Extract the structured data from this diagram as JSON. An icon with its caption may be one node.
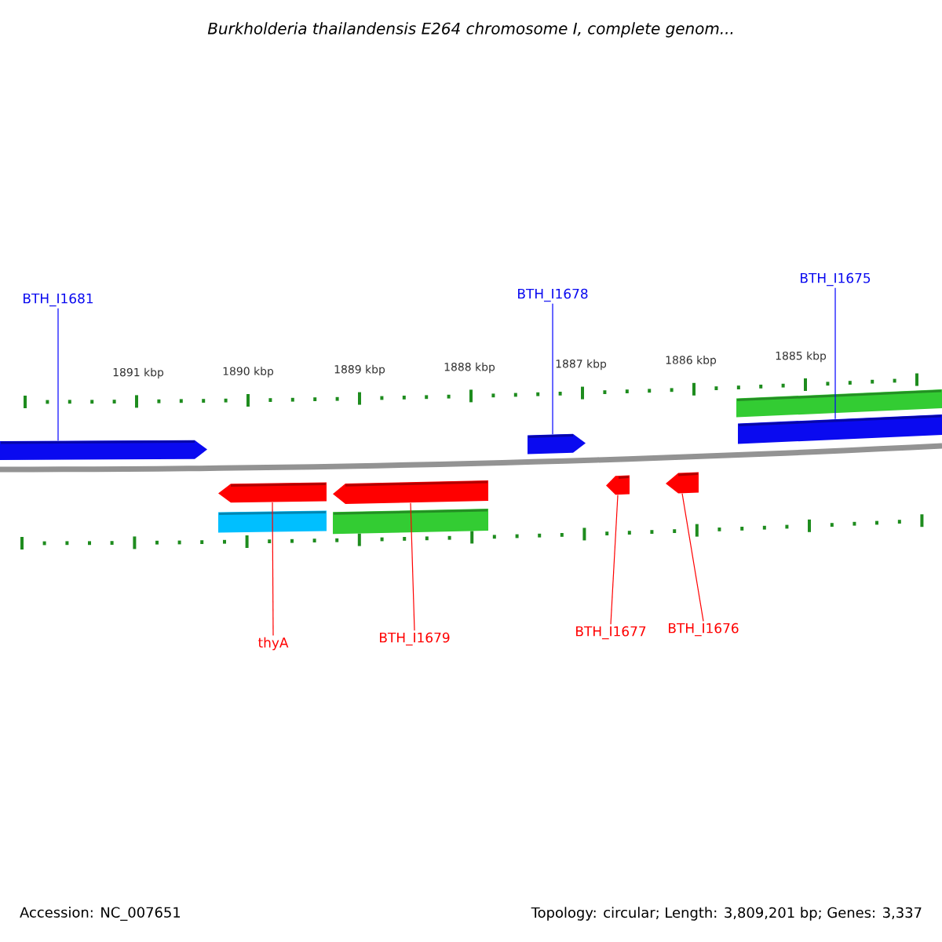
{
  "diagram": {
    "title": "Burkholderia thailandensis E264 chromosome I, complete genom...",
    "nodes": [
      {
        "text": [
          "BTH_I1681"
        ]
      },
      {
        "text": [
          "BTH_I1678"
        ]
      },
      {
        "text": [
          "BTH_I1675"
        ]
      },
      {
        "text": [
          "thyA"
        ]
      },
      {
        "text": [
          "BTH_I1679"
        ]
      },
      {
        "text": [
          "BTH_I1677"
        ]
      },
      {
        "text": [
          "BTH_I1676"
        ]
      },
      {
        "text": [],
        "shape": "arrow"
      },
      {
        "text": [],
        "shape": "arrow"
      },
      {
        "text": [],
        "shape": "bar"
      },
      {
        "text": [],
        "shape": "bar"
      },
      {
        "text": [],
        "shape": "arrow"
      },
      {
        "text": [],
        "shape": "bar"
      },
      {
        "text": [],
        "shape": "arrow"
      },
      {
        "text": [],
        "shape": "bar"
      },
      {
        "text": [],
        "shape": "arrow"
      },
      {
        "text": [],
        "shape": "arrow"
      }
    ],
    "edges": [
      {
        "from": 0,
        "to": 7,
        "arrow": "none",
        "color": "#0000ff"
      },
      {
        "from": 1,
        "to": 8,
        "arrow": "none",
        "color": "#0000ff"
      },
      {
        "from": 2,
        "to": 10,
        "arrow": "none",
        "color": "#0000ff"
      },
      {
        "from": 3,
        "to": 11,
        "arrow": "none",
        "color": "#ff0000"
      },
      {
        "from": 4,
        "to": 13,
        "arrow": "none",
        "color": "#ff0000"
      },
      {
        "from": 5,
        "to": 15,
        "arrow": "none",
        "color": "#ff0000"
      },
      {
        "from": 6,
        "to": 16,
        "arrow": "none",
        "color": "#ff0000"
      }
    ],
    "labels": [
      "1891 kbp",
      "1890 kbp",
      "1889 kbp",
      "1888 kbp",
      "1887 kbp",
      "1886 kbp",
      "1885 kbp",
      "Accession: NC_007651",
      "Topology: circular; Length: 3,809,201 bp; Genes: 3,337"
    ]
  }
}
